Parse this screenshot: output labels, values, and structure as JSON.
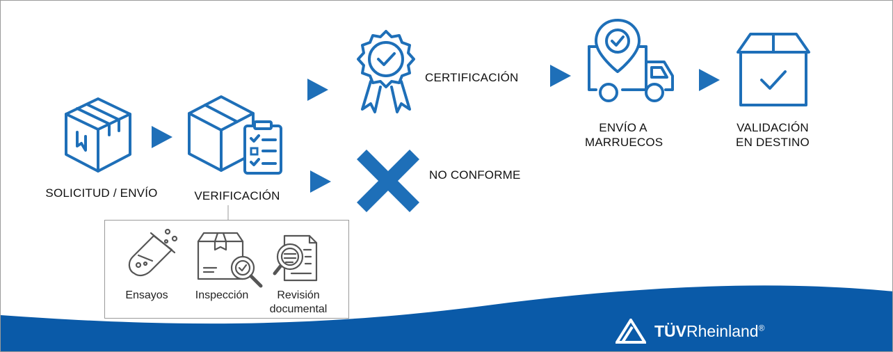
{
  "steps": {
    "solicitud": "SOLICITUD / ENVÍO",
    "verificacion": "VERIFICACIÓN",
    "certificacion": "CERTIFICACIÓN",
    "no_conforme": "NO CONFORME",
    "envio_line1": "ENVÍO A",
    "envio_line2": "MARRUECOS",
    "validacion_line1": "VALIDACIÓN",
    "validacion_line2": "EN DESTINO"
  },
  "verification_methods": {
    "ensayos": "Ensayos",
    "inspeccion": "Inspección",
    "revision_line1": "Revisión",
    "revision_line2": "documental"
  },
  "brand": {
    "name_bold": "TÜV",
    "name_regular": "Rheinland",
    "registered": "®"
  },
  "colors": {
    "accent_blue": "#1e6fb8",
    "footer_blue": "#0a5aa8",
    "icon_gray": "#555555"
  }
}
